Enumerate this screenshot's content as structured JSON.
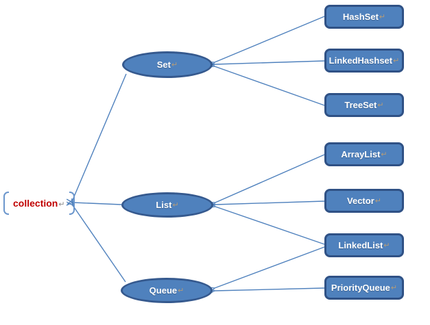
{
  "root": {
    "label": "collection"
  },
  "marks": {
    "return": "↵"
  },
  "nodes": {
    "set": {
      "label": "Set"
    },
    "list": {
      "label": "List"
    },
    "queue": {
      "label": "Queue"
    },
    "hashset": {
      "label": "HashSet"
    },
    "linkedhashset": {
      "label": "LinkedHashset"
    },
    "treeset": {
      "label": "TreeSet"
    },
    "arraylist": {
      "label": "ArrayList"
    },
    "vector": {
      "label": "Vector"
    },
    "linkedlist": {
      "label": "LinkedList"
    },
    "priorityqueue": {
      "label": "PriorityQueue"
    }
  },
  "hierarchy": {
    "root": "collection",
    "branches": [
      {
        "parent": "Set",
        "children": [
          "HashSet",
          "LinkedHashset",
          "TreeSet"
        ]
      },
      {
        "parent": "List",
        "children": [
          "ArrayList",
          "Vector",
          "LinkedList"
        ]
      },
      {
        "parent": "Queue",
        "children": [
          "LinkedList",
          "PriorityQueue"
        ]
      }
    ],
    "arrow_direction": "children point to parents, parents point to root"
  },
  "colors": {
    "shape_fill": "#4f81bd",
    "ellipse_border": "#35598e",
    "rect_border": "#2f5185",
    "connector": "#4f81bd",
    "root_text": "#c00000",
    "node_text": "#ffffff",
    "return_mark": "#b49b78",
    "bracket": "#6b96cc"
  }
}
